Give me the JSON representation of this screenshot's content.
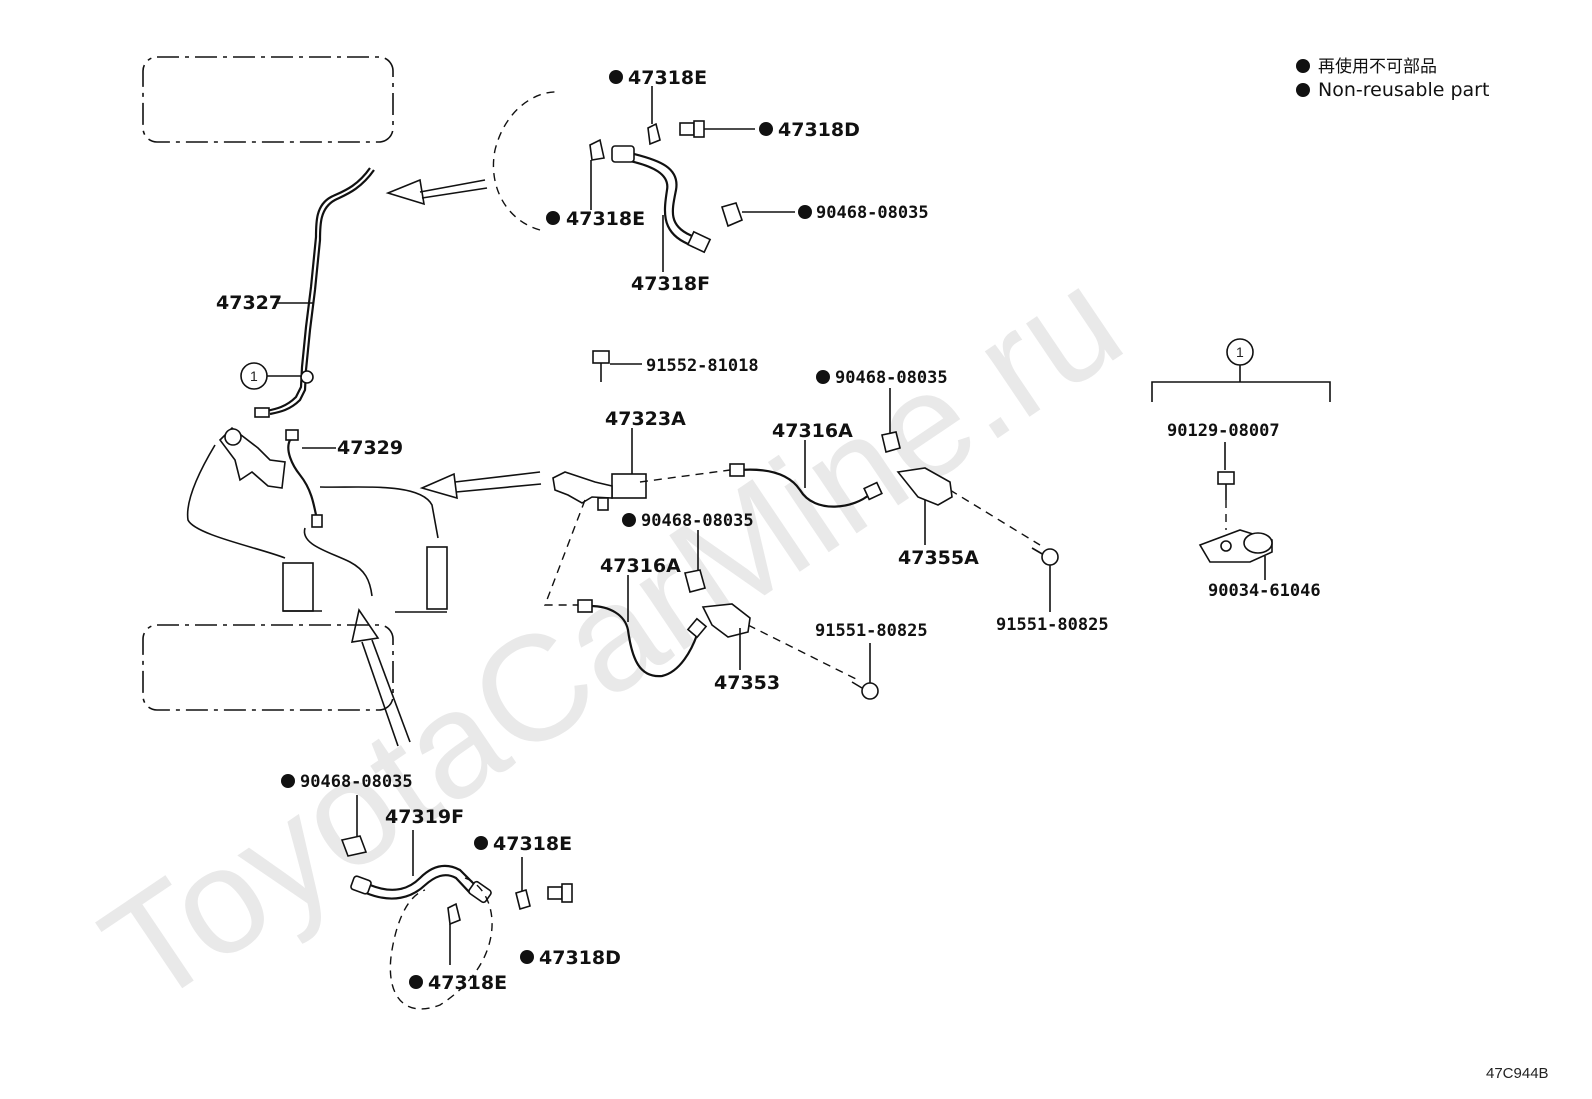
{
  "watermark": "ToyotaCarMine.ru",
  "legend": {
    "dot_color": "#111111",
    "items": [
      "再使用不可部品",
      "Non-reusable part"
    ]
  },
  "diagram_code": "47C944B",
  "group_marker": "1",
  "labels": {
    "p47318E_top": "47318E",
    "p47318D_top": "47318D",
    "p47318E_mid": "47318E",
    "p90468_top": "90468-08035",
    "p47318F": "47318F",
    "p47327": "47327",
    "p47329": "47329",
    "p91552": "91552-81018",
    "p47323A": "47323A",
    "p90468_mid_right": "90468-08035",
    "p47316A_right": "47316A",
    "p90468_mid": "90468-08035",
    "p47355A": "47355A",
    "p47316A_left": "47316A",
    "p91551_right": "91551-80825",
    "p91551_left": "91551-80825",
    "p47353": "47353",
    "p90129": "90129-08007",
    "p90034": "90034-61046",
    "p90468_bottom": "90468-08035",
    "p47319F": "47319F",
    "p47318E_bottom_right": "47318E",
    "p47318D_bottom": "47318D",
    "p47318E_bottom": "47318E"
  }
}
